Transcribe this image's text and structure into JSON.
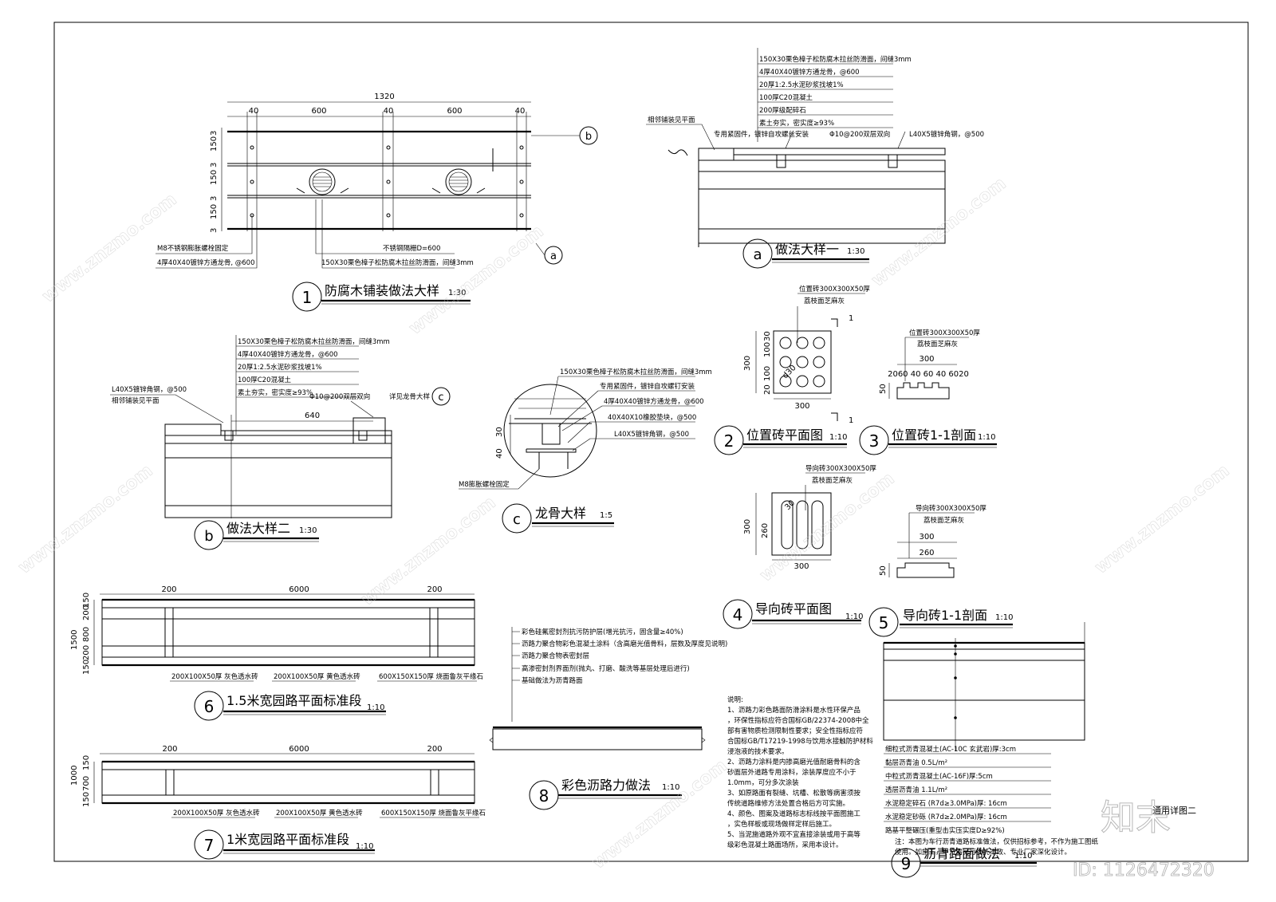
{
  "sheet_title": "通用详图二",
  "details": {
    "d1": {
      "num": "1",
      "title": "防腐木铺装做法大样",
      "scale": "1:30",
      "dims_top": [
        "1320",
        "40",
        "600",
        "40",
        "600",
        "40"
      ],
      "dims_left": [
        "3",
        "150",
        "3",
        "150",
        "3",
        "150",
        "3"
      ],
      "notes": [
        "M8不锈钢膨胀螺栓固定",
        "4厚40X40镀锌方通龙骨, @600",
        "不锈钢隔栅D=600",
        "150X30栗色樟子松防腐木拉丝防滑面，间缝3mm"
      ],
      "marks": [
        "b",
        "a"
      ]
    },
    "da": {
      "num": "a",
      "title": "做法大样一",
      "scale": "1:30",
      "layers": [
        "150X30栗色樟子松防腐木拉丝防滑面，间缝3mm",
        "4厚40X40镀锌方通龙骨，@600",
        "20厚1:2.5水泥砂浆找坡1%",
        "100厚C20混凝土",
        "200厚级配碎石",
        "素土夯实，密实度≥93%"
      ],
      "notes": [
        "相邻铺装见平面",
        "专用紧固件，镀锌自攻螺丝安装",
        "Φ10@200双层双向",
        "L40X5镀锌角钢，@500"
      ]
    },
    "db": {
      "num": "b",
      "title": "做法大样二",
      "scale": "1:30",
      "layers": [
        "150X30栗色樟子松防腐木拉丝防滑面，间缝3mm",
        "4厚40X40镀锌方通龙骨，@600",
        "20厚1:2.5水泥砂浆找坡1%",
        "100厚C20混凝土",
        "素土夯实，密实度≥93%"
      ],
      "notes": [
        "L40X5镀锌角钢，@500",
        "相邻铺装见平面",
        "详见龙骨大样",
        "Φ10@200双层双向"
      ],
      "dim": "640",
      "mark": "c"
    },
    "dc": {
      "num": "c",
      "title": "龙骨大样",
      "scale": "1:5",
      "notes": [
        "150X30栗色樟子松防腐木拉丝防滑面，间缝3mm",
        "专用紧固件，镀锌自攻螺钉安装",
        "4厚40X40镀锌方通龙骨，@600",
        "40X40X10橡胶垫块，@500",
        "L40X5镀锌角钢，@500",
        "M8膨胀螺栓固定"
      ],
      "dims": [
        "30",
        "40"
      ]
    },
    "d2": {
      "num": "2",
      "title": "位置砖平面图",
      "scale": "1:10",
      "notes": [
        "位置砖300X300X50厚",
        "荔枝面芝麻灰"
      ],
      "dims": [
        "300",
        "30",
        "100",
        "30",
        "100",
        "30",
        "100",
        "20",
        "20",
        "300",
        "d30"
      ],
      "cut": "1"
    },
    "d3": {
      "num": "3",
      "title": "位置砖1-1剖面",
      "scale": "1:10",
      "notes": [
        "位置砖300X300X50厚",
        "荔枝面芝麻灰"
      ],
      "dims": [
        "300",
        "2060 40 60 40 6020",
        "50",
        "20"
      ]
    },
    "d4": {
      "num": "4",
      "title": "导向砖平面图",
      "scale": "1:10",
      "notes": [
        "导向砖300X300X50厚",
        "荔枝面芝麻灰"
      ],
      "dims": [
        "300",
        "20",
        "260",
        "20",
        "300",
        "30"
      ]
    },
    "d5": {
      "num": "5",
      "title": "导向砖1-1剖面",
      "scale": "1:10",
      "notes": [
        "导向砖300X300X50厚",
        "荔枝面芝麻灰"
      ],
      "dims": [
        "300",
        "20",
        "260",
        "50",
        "20"
      ]
    },
    "d6": {
      "num": "6",
      "title": "1.5米宽园路平面标准段",
      "scale": "1:10",
      "dims_top": [
        "200",
        "6000",
        "200"
      ],
      "dims_left": [
        "1500",
        "150",
        "200",
        "800",
        "200",
        "150"
      ],
      "labels": [
        "200X100X50厚 灰色透水砖",
        "200X100X50厚 黄色透水砖",
        "600X150X150厚 烧面鲁灰平缘石"
      ]
    },
    "d7": {
      "num": "7",
      "title": "1米宽园路平面标准段",
      "scale": "1:10",
      "dims_top": [
        "200",
        "6000",
        "200"
      ],
      "dims_left": [
        "1000",
        "150",
        "700",
        "150"
      ],
      "labels": [
        "200X100X50厚 灰色透水砖",
        "200X100X50厚 黄色透水砖",
        "600X150X150厚 烧面鲁灰平缘石"
      ]
    },
    "d8": {
      "num": "8",
      "title": "彩色沥路力做法",
      "scale": "1:10",
      "layers": [
        "彩色硅氟密封剂抗污防护层(增光抗污，固含量≥40%)",
        "沥路力聚合物彩色混凝土涂料（含高磨光值骨料，层数及厚度见说明)",
        "沥路力聚合物表密封层",
        "高渗密封剂界面剂(抛丸、打磨、酸洗等基层处理后进行)",
        "基础做法为沥青路面"
      ]
    },
    "notes_block": {
      "heading": "说明:",
      "lines": [
        "1、沥路力彩色路面防滑涂料是水性环保产品",
        "，环保性指标应符合国标GB/22374-2008中全",
        "部有害物质检测限制性要求；安全性指标应符",
        "合国标GB/T17219-1998与饮用水接触防护材料",
        "浸泡液的技术要求。",
        "2、沥路力涂料是内掺高磨光值耐磨骨料的含",
        "砂面层外道路专用涂料，涂装厚度应不小于",
        "1.0mm，可分多次涂装",
        "3、如原路面有裂缝、坑槽、松散等病害须按",
        "传统道路维修方法处置合格后方可实施。",
        "4、颜色、图案及道路标志标线按平面图施工",
        "，实色样板或现场做样定样后施工。",
        "5、当泥施道路外观不宜直接涂装或用于高等",
        "级彩色混凝土路面场所，采用本设计。"
      ]
    },
    "d9": {
      "num": "9",
      "title": "沥青路面做法",
      "scale": "1:10",
      "layers": [
        "细粒式沥青混凝土(AC-10C 玄武岩)厚:3cm",
        "黏层沥青油 0.5L/m²",
        "中粒式沥青混凝土(AC-16F)厚:5cm",
        "透层沥青油 1.1L/m²",
        "水泥稳定碎石 (R7d≥3.0MPa)厚: 16cm",
        "水泥稳定砂砾 (R7d≥2.0MPa)厚: 16cm",
        "路基平整碾压(重型击实压实度D≥92%)"
      ],
      "remark_lines": [
        "注：本图为车行沥青道路标准做法，仅供招标参考，不作为施工图纸",
        "使用。如施工，甲方需另行委托市政、专业厂家深化设计。"
      ]
    }
  },
  "watermark": {
    "site": "www.znzmo.com",
    "brand": "知末",
    "id": "ID: 1126472320"
  }
}
